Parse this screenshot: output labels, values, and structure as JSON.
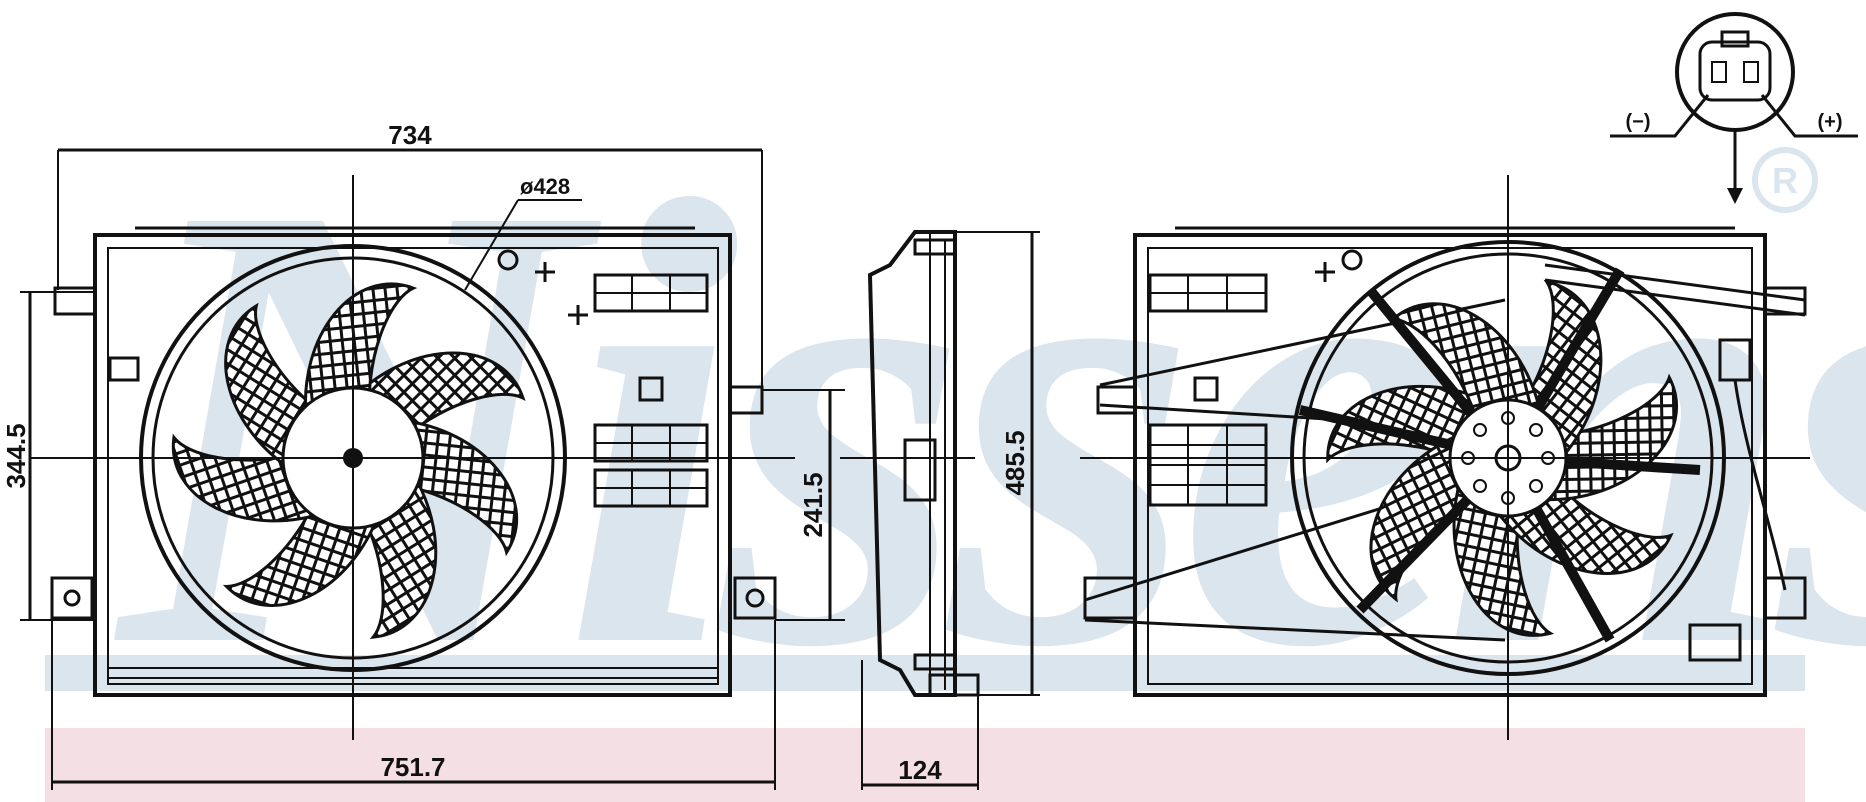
{
  "watermark": {
    "text": "Nissens",
    "registered_mark": "®"
  },
  "dimensions": {
    "overall_width_top": "734",
    "fan_diameter": "ø428",
    "height_left": "344.5",
    "overall_width_bottom": "751.7",
    "side_height_inner": "241.5",
    "side_height_total": "485.5",
    "depth": "124"
  },
  "connector": {
    "negative": "(−)",
    "positive": "(+)"
  },
  "colors": {
    "line": "#111111",
    "watermark_blue": "#dbe5ee",
    "watermark_pink": "#f4dfe4"
  }
}
